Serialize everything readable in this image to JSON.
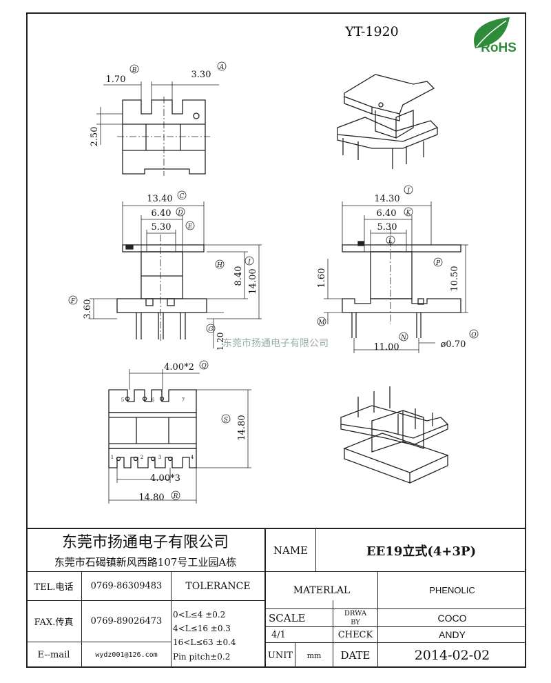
{
  "header": {
    "part_no": "YT-1920",
    "rohs_mark": "RoHS",
    "watermark": "东莞市扬通电子有限公司"
  },
  "icons": {
    "rohs": "leaf-icon"
  },
  "dims": {
    "top_view": {
      "w_b": "1.70",
      "w_a": "3.30",
      "h": "2.50",
      "tag_b": "B",
      "tag_a": "A"
    },
    "front": {
      "c": "13.40",
      "d": "6.40",
      "e": "5.30",
      "f": "3.60",
      "g": "1.20",
      "h": "8.40",
      "i": "14.00",
      "tag_c": "C",
      "tag_d": "D",
      "tag_e": "E",
      "tag_f": "F",
      "tag_g": "G",
      "tag_h": "H",
      "tag_i": "I"
    },
    "side": {
      "j": "14.30",
      "k": "6.40",
      "l": "5.30",
      "p": "10.50",
      "h16": "1.60",
      "n": "11.00",
      "o": "ø0.70",
      "tag_j": "J",
      "tag_k": "K",
      "tag_l": "L",
      "tag_m": "M",
      "tag_n": "N",
      "tag_o": "O",
      "tag_p": "P"
    },
    "bottom": {
      "q": "4.00*2",
      "s": "14.80",
      "pitch3": "4.00*3",
      "r": "14.80",
      "tag_q": "Q",
      "tag_s": "S",
      "tag_r": "R",
      "pins_top": [
        "5",
        "6",
        "7"
      ],
      "pins_bottom": [
        "1",
        "2",
        "3",
        "4"
      ]
    }
  },
  "title_block": {
    "company": "东莞市扬通电子有限公司",
    "address": "东莞市石碣镇新风西路107号工业园A栋",
    "name_label": "NAME",
    "name_value": "EE19立式(4+3P)",
    "tel_label": "TEL.电话",
    "tel_value": "0769-86309483",
    "tolerance_label": "TOLERANCE",
    "material_label": "MATERLAL",
    "material_value": "PHENOLIC",
    "fax_label": "FAX.传真",
    "fax_value": "0769-89026473",
    "tol1": "0<L≤4   ±0.2",
    "tol2": "4<L≤16  ±0.3",
    "tol3": "16<L≤63 ±0.4",
    "tol4": "Pin pitch±0.2",
    "scale_label": "SCALE",
    "scale_value": "4/1",
    "drawn_label_1": "DRWA",
    "drawn_label_2": "BY",
    "drawn_value": "COCO",
    "check_label": "CHECK",
    "check_value": "ANDY",
    "email_label": "E--mail",
    "email_value": "wydz001@126.com",
    "unit_label": "UNIT",
    "unit_value": "mm",
    "date_label": "DATE",
    "date_value": "2014-02-02"
  }
}
